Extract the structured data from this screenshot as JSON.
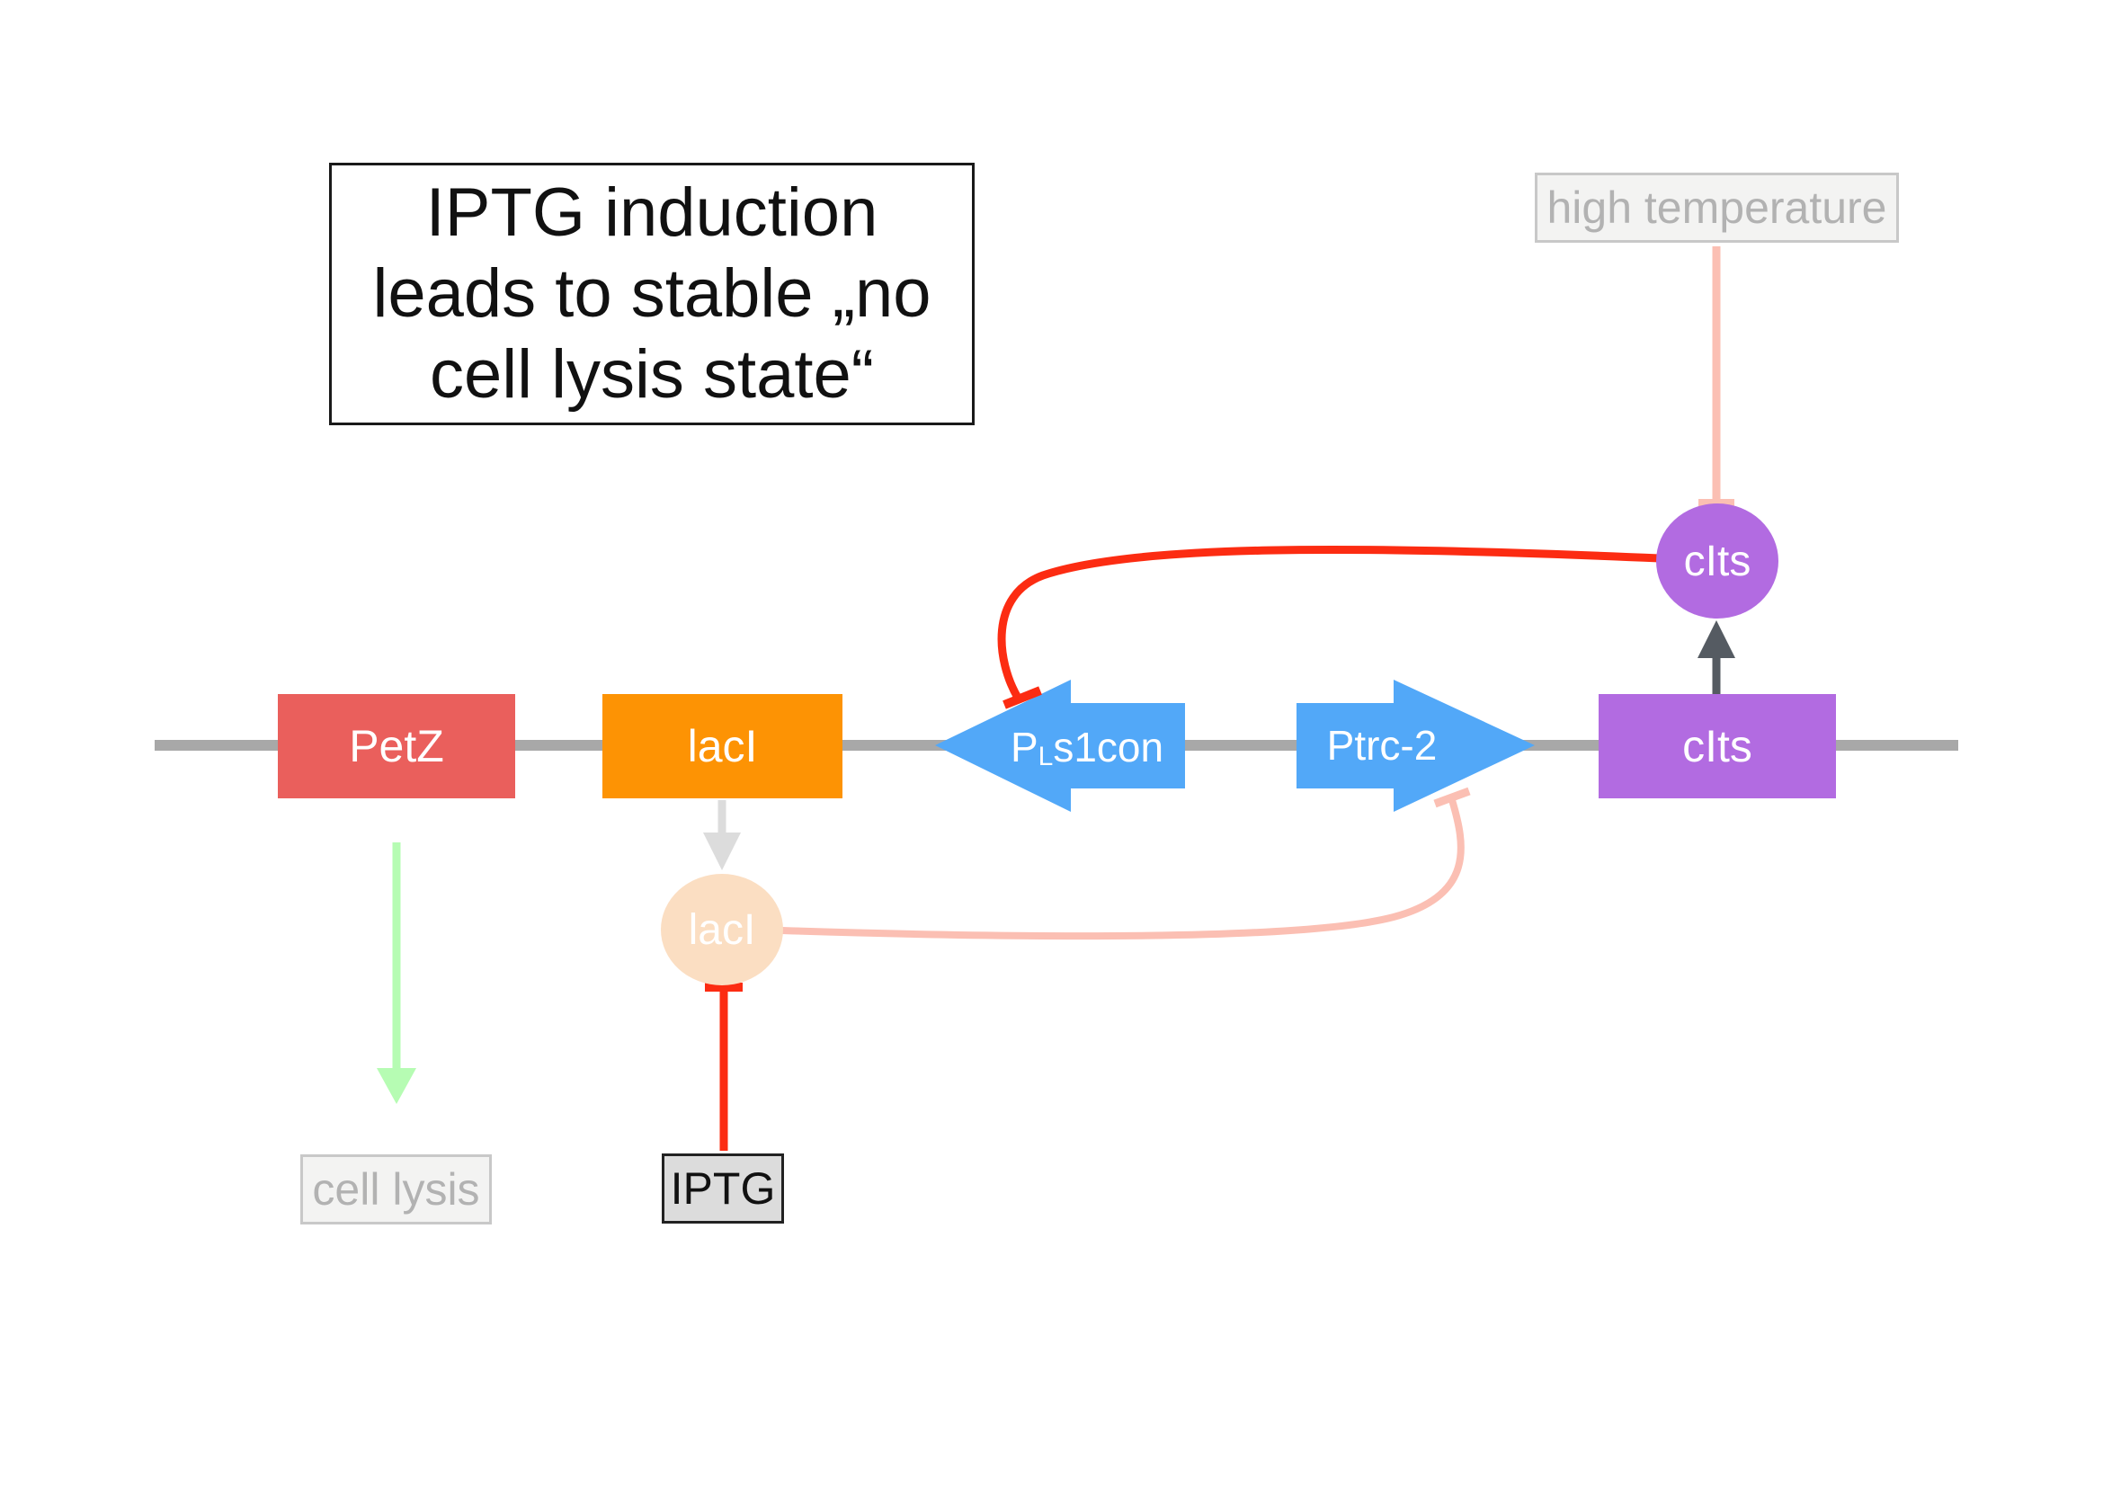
{
  "title": {
    "lines": [
      "IPTG induction",
      "leads to stable „no",
      "cell lysis state“"
    ]
  },
  "genes": {
    "petz": "PetZ",
    "laci": "lacI",
    "clts": "cIts"
  },
  "promoters": {
    "pls1con_main": "P",
    "pls1con_sub": "L",
    "pls1con_rest": "s1con",
    "ptrc2": "Ptrc-2"
  },
  "nodes": {
    "laci_protein": "lacI",
    "clts_protein": "cIts"
  },
  "labels": {
    "high_temperature": "high temperature",
    "cell_lysis": "cell lysis",
    "iptg": "IPTG"
  },
  "colors": {
    "backbone": "#a8a8a8",
    "petz": "#ea5f5c",
    "laci": "#fd9304",
    "promoter": "#52a8f8",
    "clts": "#b26be1",
    "repression_active": "#fc2c12",
    "repression_faded": "#fbbfb3",
    "activation_faded": "#b6fcb3",
    "expression_faded": "#dcdcdc",
    "expression_active": "#555b62",
    "laci_protein_faded": "#fbdec2"
  }
}
